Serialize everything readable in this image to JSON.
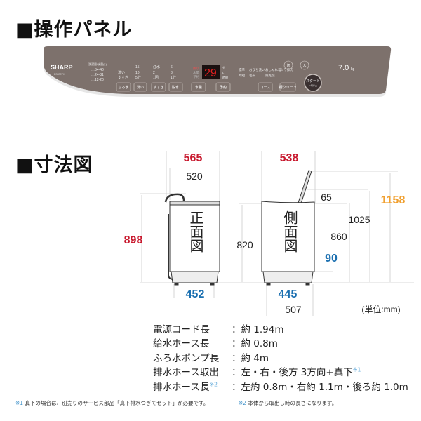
{
  "headings": {
    "panel": "■操作パネル",
    "dimensions": "■寸法図"
  },
  "panel": {
    "brand": "SHARP",
    "model": "ES-GE7H",
    "water_header": "洗濯量/水量(L)",
    "water_rows": [
      "…34-40",
      "…24-31",
      "…12-20"
    ],
    "wash_labels": [
      "洗い",
      "すすぎ"
    ],
    "wash_values": [
      "15",
      "10",
      "5分"
    ],
    "rinse_values": [
      "注水",
      "2",
      "1回"
    ],
    "spin_values": [
      "6",
      "3",
      "1分"
    ],
    "display_labels": [
      "残り",
      "水量",
      "予約"
    ],
    "display_value": "29",
    "display_units": [
      "分",
      "L",
      "時間"
    ],
    "courses": [
      "標準",
      "おうち洗い",
      "おしゃれ着",
      "シワ抑え",
      "時短",
      "毛布",
      "風乾燥"
    ],
    "buttons": [
      "ふろ水",
      "洗い",
      "すすぎ",
      "脱水",
      "水量",
      "予約",
      "コース",
      "槽クリーン"
    ],
    "power_off": "切",
    "power_on": "入",
    "start": "スタート",
    "start_sub": "一時停止",
    "capacity": "7.0",
    "capacity_unit": "kg",
    "colors": {
      "panel": "#7d716c",
      "display": "#e02020"
    }
  },
  "diagram": {
    "front_label": "正面図",
    "side_label": "側面図",
    "dims": {
      "front_width": "565",
      "front_body_width": "520",
      "front_height": "898",
      "front_foot": "452",
      "side_depth": "538",
      "side_lid": "65",
      "side_1025": "1025",
      "side_max": "1158",
      "side_860": "860",
      "side_820": "820",
      "side_90": "90",
      "side_foot": "445",
      "side_507": "507"
    },
    "unit": "(単位:mm)",
    "colors": {
      "red": "#c8192e",
      "blue": "#1a6fb0",
      "orange": "#f0a030"
    }
  },
  "specs": [
    {
      "label": "電源コード長",
      "value": "：約 1.94m",
      "mark": ""
    },
    {
      "label": "給水ホース長",
      "value": "：約 0.8m",
      "mark": ""
    },
    {
      "label": "ふろ水ポンプ長",
      "value": "：約 4m",
      "mark": ""
    },
    {
      "label": "排水ホース取出",
      "value": "：左・右・後方 3方向+真下",
      "mark": "※1"
    },
    {
      "label": "排水ホース長",
      "value": "：左約 0.8m・右約 1.1m・後ろ約 1.0m",
      "mark": "※2"
    }
  ],
  "notes": [
    {
      "mark": "※1",
      "text": " 真下の場合は、別売りのサービス部品「真下排水つぎてセット」が必要です。"
    },
    {
      "mark": "※2",
      "text": " 本体から取出し時の長さになります。"
    }
  ]
}
